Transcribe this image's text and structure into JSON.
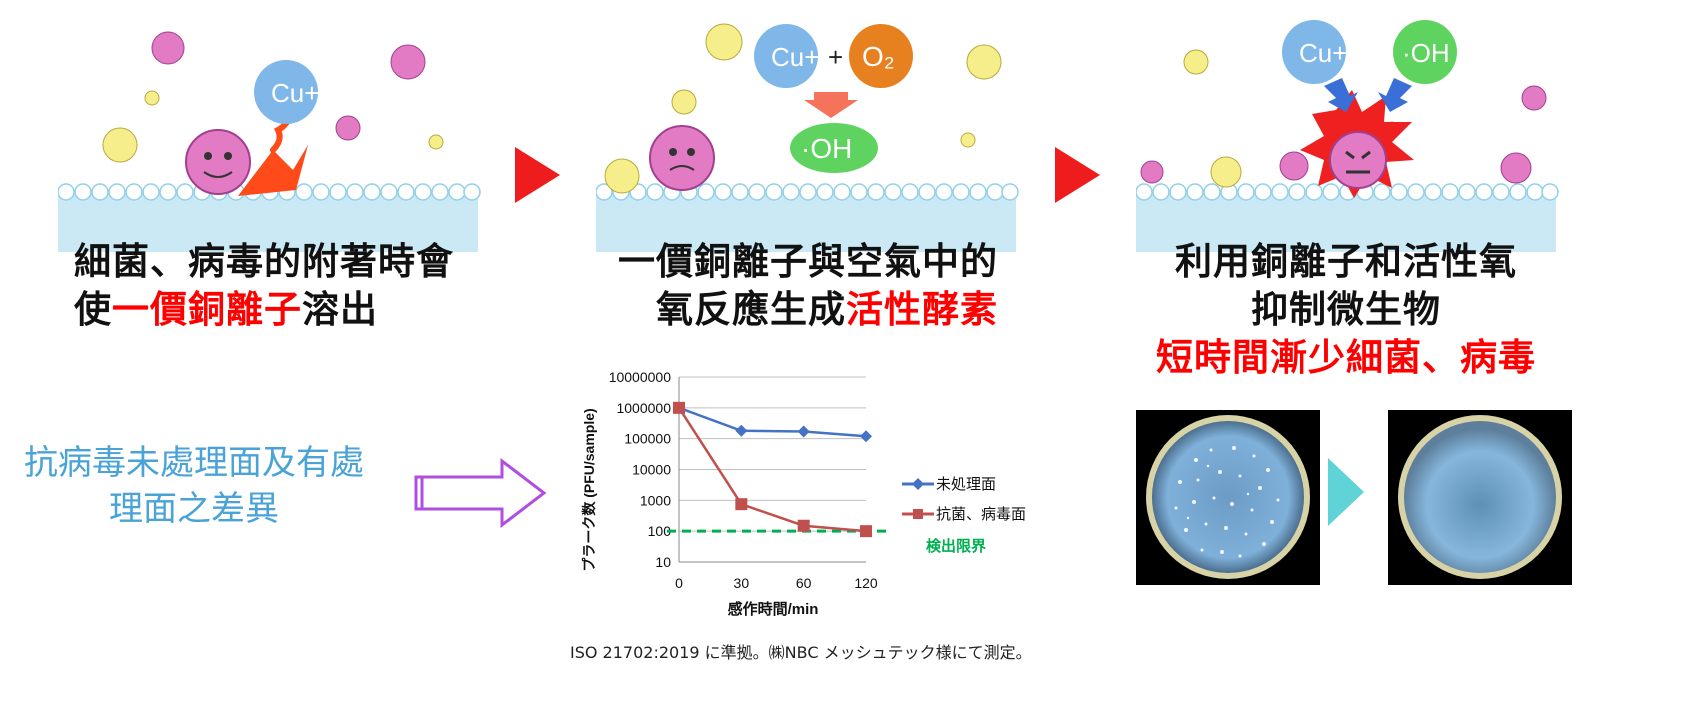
{
  "panels": [
    {
      "caption_line1": "細菌、病毒的附著時會",
      "caption_line2_pre": "使",
      "caption_line2_red": "一價銅離子",
      "caption_line2_post": "溶出",
      "ion": "Cu+"
    },
    {
      "caption_line1": "一價銅離子與空氣中的",
      "caption_line2_pre": "氧反應生成",
      "caption_line2_red": "活性酵素",
      "ion": "Cu+",
      "plus": "+",
      "oxygen": "O₂",
      "radical": "·OH"
    },
    {
      "caption_line1": "利用銅離子和活性氧",
      "caption_line2": "抑制微生物",
      "caption_line3_red": "短時間漸少細菌、病毒",
      "ion": "Cu+",
      "radical": "·OH"
    }
  ],
  "side_label": {
    "line1": "抗病毒未處理面及有處",
    "line2": "理面之差異"
  },
  "footnote": "ISO 21702:2019 に準拠。㈱NBC メッシュテック様にて測定。",
  "colors": {
    "accent_red": "#ff0000",
    "side_text": "#4aa3d6",
    "series_untreated": "#4472c4",
    "series_treated": "#c0504d",
    "limit_line": "#00b050",
    "arrow_purple": "#b04ee0",
    "teal_arrow": "#5fd3d7"
  },
  "chart_data": {
    "type": "line",
    "xlabel": "感作時間/min",
    "ylabel": "プラーク数 (PFU/sample)",
    "x": [
      0,
      30,
      60,
      120
    ],
    "y_scale": "log",
    "ylim": [
      10,
      10000000
    ],
    "y_ticks": [
      "10000000",
      "1000000",
      "100000",
      "10000",
      "1000",
      "100",
      "10"
    ],
    "x_ticks": [
      "0",
      "30",
      "60",
      "120"
    ],
    "grid": true,
    "legend_position": "right",
    "series": [
      {
        "name": "未処理面",
        "values": [
          1000000,
          180000,
          170000,
          120000
        ]
      },
      {
        "name": "抗菌、病毒面",
        "values": [
          1000000,
          750,
          150,
          100
        ]
      }
    ],
    "annotation": "検出限界",
    "limit_value": 100
  }
}
